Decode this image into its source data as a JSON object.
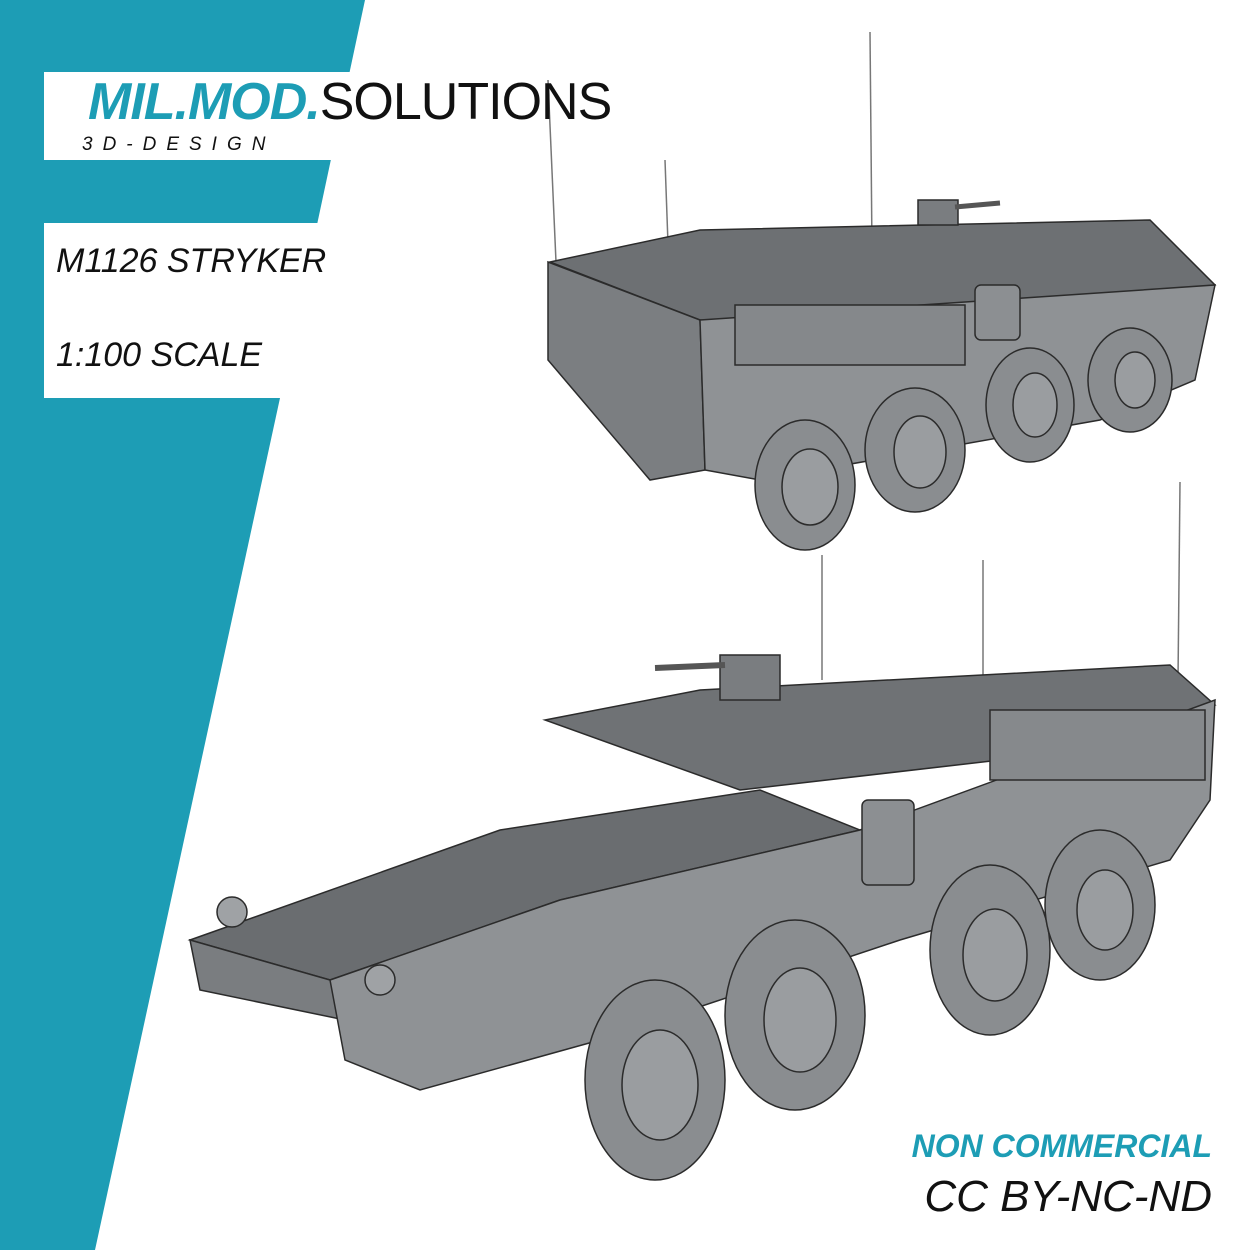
{
  "brand": {
    "accent_part": "MIL.MOD.",
    "rest_part": "SOLUTIONS",
    "tagline": "3D-DESIGN"
  },
  "product": {
    "model": "M1126 STRYKER",
    "scale": "1:100 SCALE"
  },
  "license": {
    "usage": "NON COMMERCIAL",
    "type": "CC BY-NC-ND"
  },
  "images": [
    {
      "name": "stryker-render-rear-view",
      "alt": "M1126 Stryker 3D render, rear three-quarter view"
    },
    {
      "name": "stryker-render-front-view",
      "alt": "M1126 Stryker 3D render, front three-quarter view"
    }
  ],
  "colors": {
    "accent": "#1d9db5",
    "model_gray": "#8a8d90",
    "text": "#111111",
    "background": "#ffffff"
  }
}
